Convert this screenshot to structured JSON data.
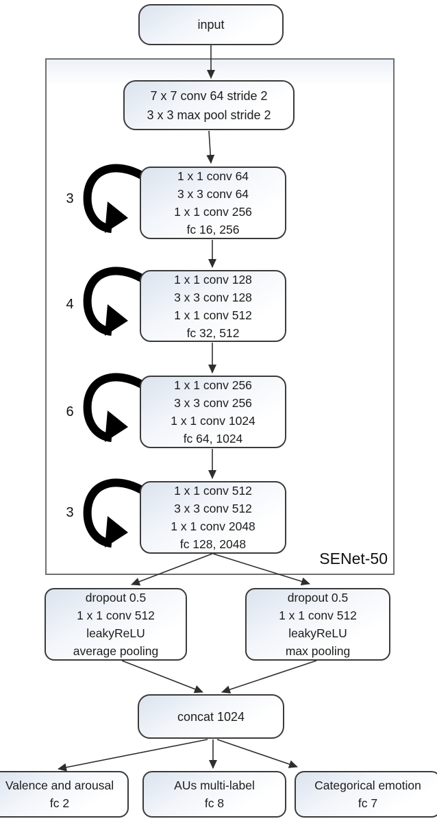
{
  "diagram": {
    "input": {
      "label": "input"
    },
    "backbone": {
      "name": "SENet-50",
      "stem": {
        "lines": [
          "7 x 7 conv 64 stride 2",
          "3 x 3 max pool stride 2"
        ]
      },
      "stages": [
        {
          "repeat": "3",
          "lines": [
            "1 x 1 conv 64",
            "3 x 3 conv 64",
            "1 x 1 conv 256",
            "fc 16, 256"
          ]
        },
        {
          "repeat": "4",
          "lines": [
            "1 x 1 conv 128",
            "3 x 3 conv 128",
            "1 x 1 conv 512",
            "fc 32, 512"
          ]
        },
        {
          "repeat": "6",
          "lines": [
            "1 x 1 conv 256",
            "3 x 3 conv 256",
            "1 x 1 conv 1024",
            "fc 64, 1024"
          ]
        },
        {
          "repeat": "3",
          "lines": [
            "1 x 1 conv 512",
            "3 x 3 conv 512",
            "1 x 1 conv 2048",
            "fc 128, 2048"
          ]
        }
      ]
    },
    "branches": [
      {
        "lines": [
          "dropout 0.5",
          "1 x 1 conv 512",
          "leakyReLU",
          "average pooling"
        ]
      },
      {
        "lines": [
          "dropout 0.5",
          "1 x 1 conv 512",
          "leakyReLU",
          "max pooling"
        ]
      }
    ],
    "concat": {
      "label": "concat 1024"
    },
    "heads": [
      {
        "lines": [
          "Valence and arousal",
          "fc 2"
        ]
      },
      {
        "lines": [
          "AUs multi-label",
          "fc 8"
        ]
      },
      {
        "lines": [
          "Categorical emotion",
          "fc 7"
        ]
      }
    ],
    "colors": {
      "box_border": "#3a3a3a",
      "frame_border": "#6f6f6f",
      "arrow": "#2e2e2e",
      "loop_arrow": "#000000",
      "box_fill_tint": "#dbe3ee"
    }
  }
}
